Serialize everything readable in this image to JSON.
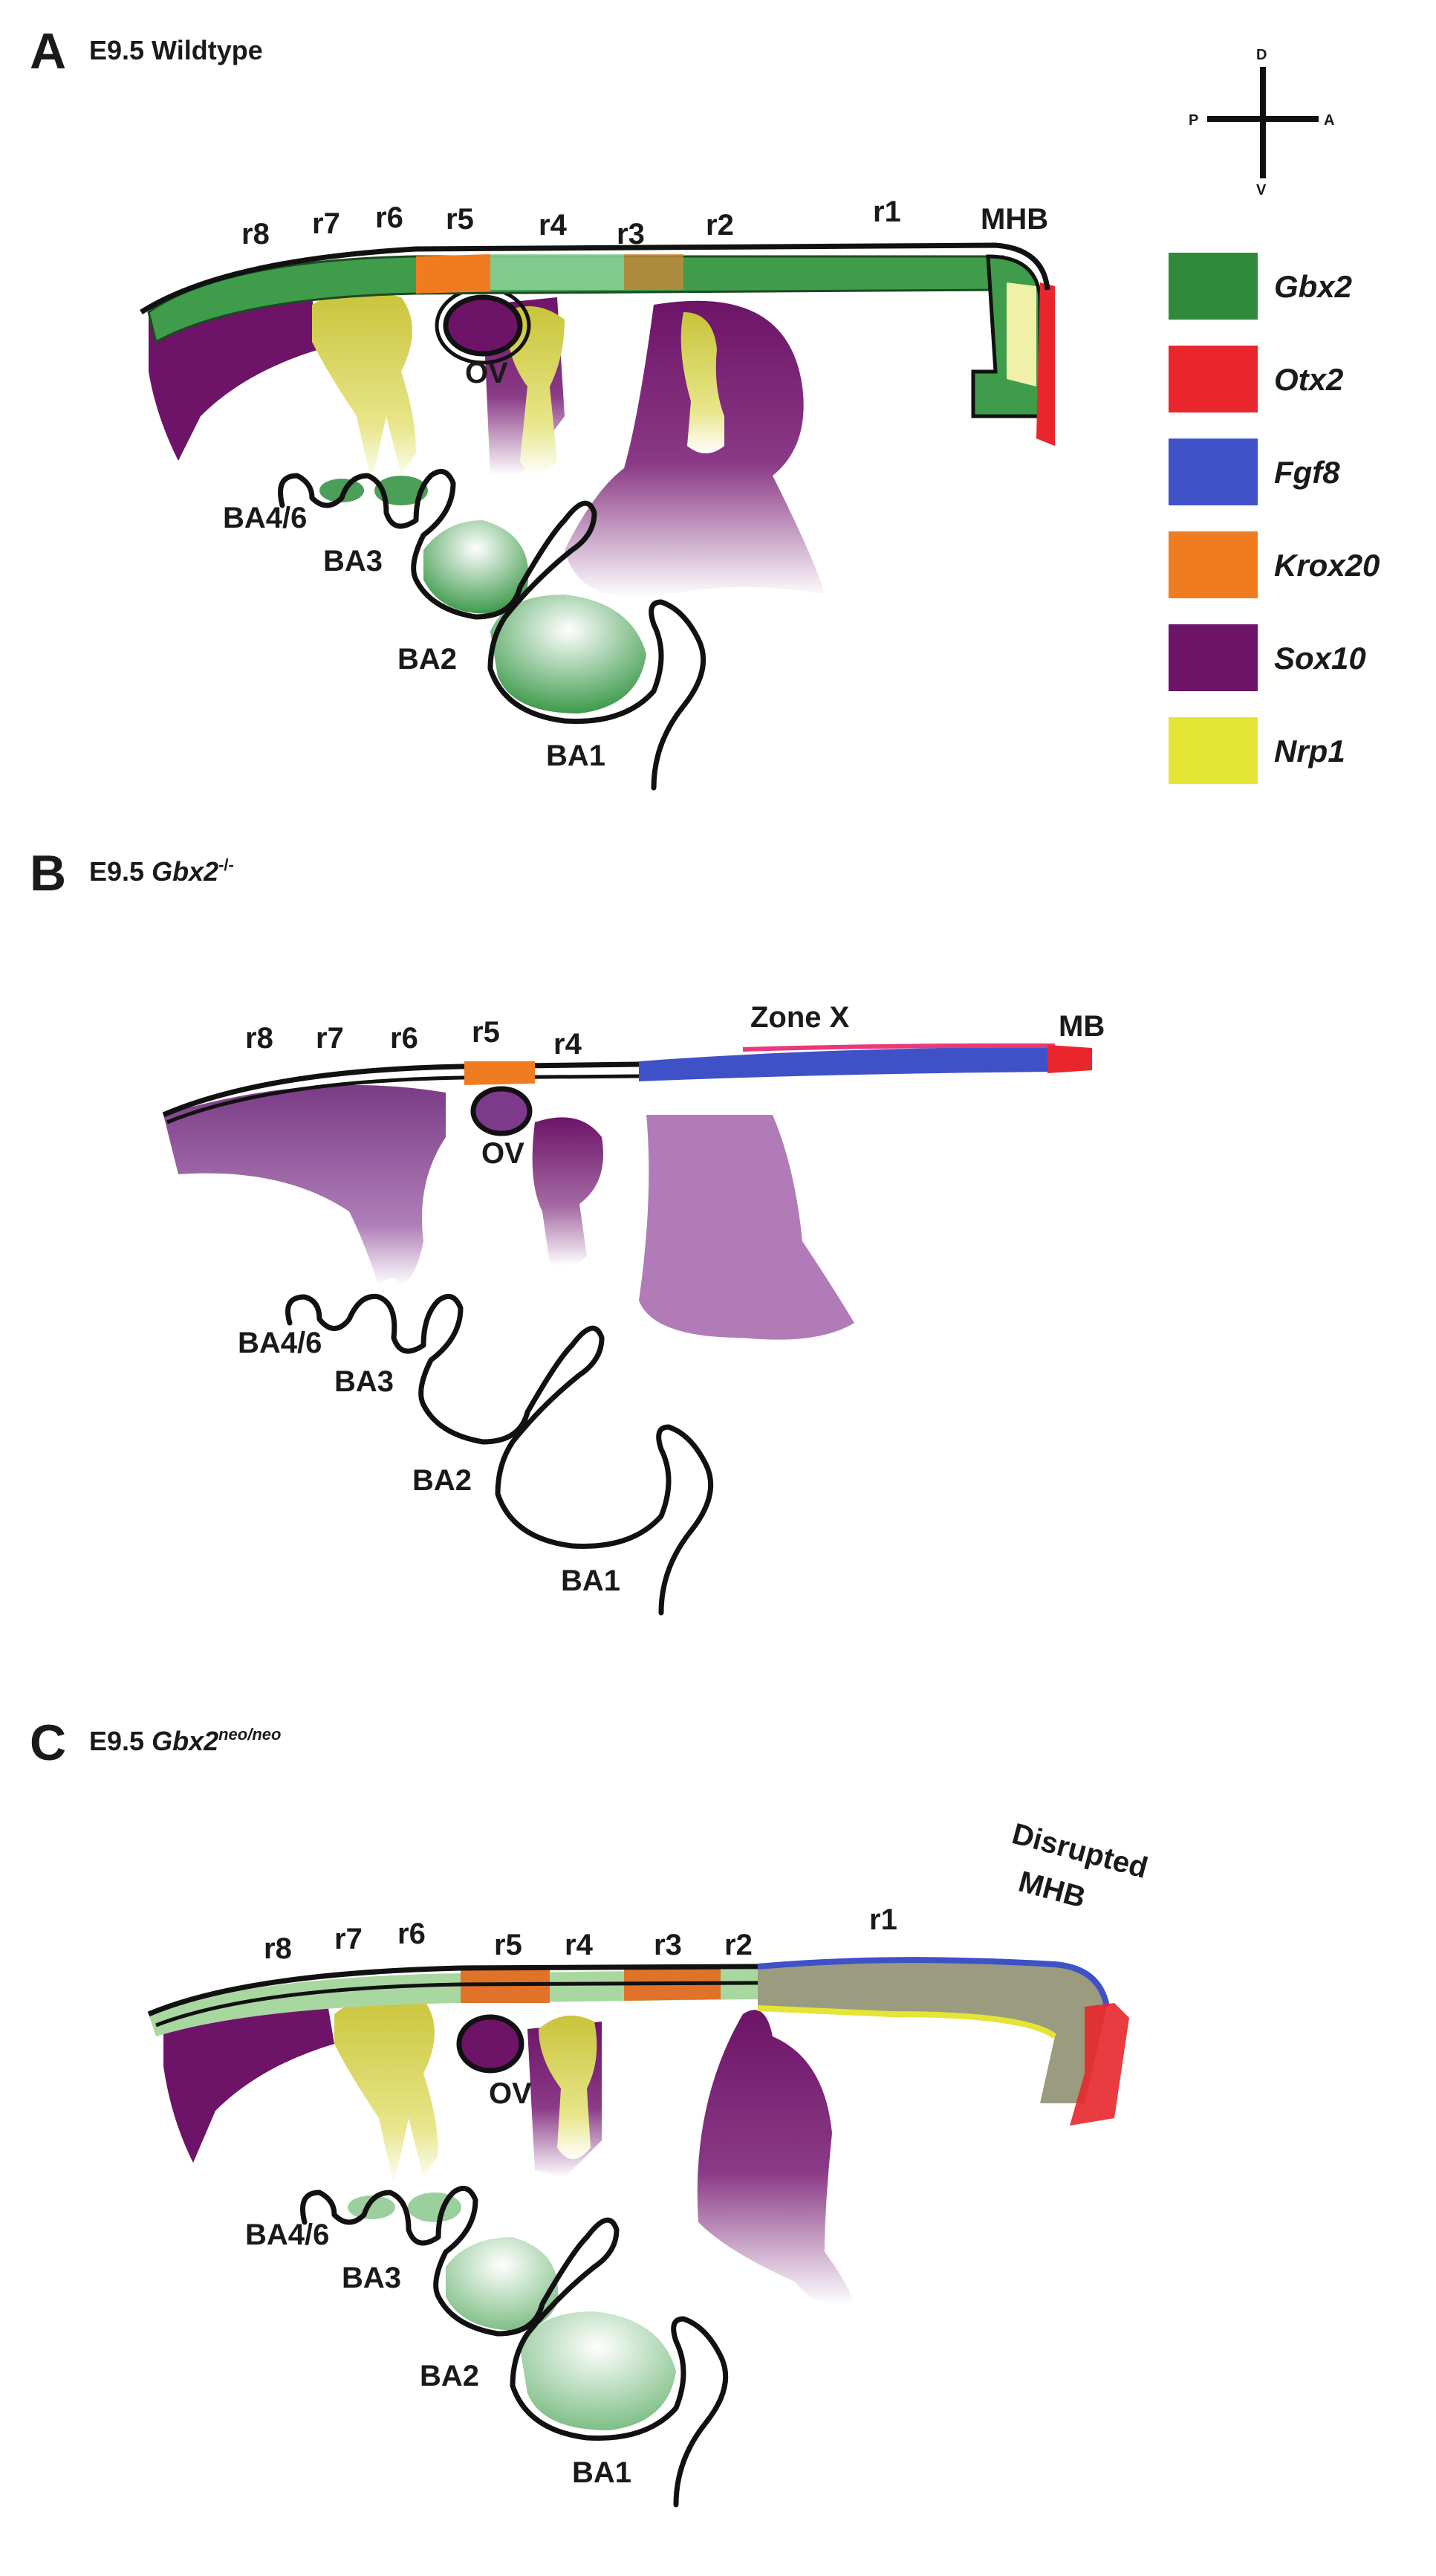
{
  "colors": {
    "gbx2": "#2f8b3a",
    "otx2": "#e8262c",
    "fgf8": "#3f51c6",
    "krox20": "#f07c22",
    "sox10": "#6d1468",
    "nrp1": "#e5e536"
  },
  "compass": {
    "d": "D",
    "v": "V",
    "p": "P",
    "a": "A"
  },
  "legend": [
    {
      "label": "Gbx2",
      "color": "#2f8b3a"
    },
    {
      "label": "Otx2",
      "color": "#e8262c"
    },
    {
      "label": "Fgf8",
      "color": "#3f51c6"
    },
    {
      "label": "Krox20",
      "color": "#f07c22"
    },
    {
      "label": "Sox10",
      "color": "#6d1468"
    },
    {
      "label": "Nrp1",
      "color": "#e5e536"
    }
  ],
  "panel_a": {
    "letter": "A",
    "title": "E9.5 Wildtype",
    "labels": {
      "r8": "r8",
      "r7": "r7",
      "r6": "r6",
      "r5": "r5",
      "r4": "r4",
      "r3": "r3",
      "r2": "r2",
      "r1": "r1",
      "mhb": "MHB",
      "ov": "OV",
      "ba46": "BA4/6",
      "ba3": "BA3",
      "ba2": "BA2",
      "ba1": "BA1"
    }
  },
  "panel_b": {
    "letter": "B",
    "title_prefix": "E9.5 ",
    "title_gene": "Gbx2",
    "title_sup": "-/-",
    "labels": {
      "r8": "r8",
      "r7": "r7",
      "r6": "r6",
      "r5": "r5",
      "r4": "r4",
      "zonex": "Zone X",
      "mb": "MB",
      "ov": "OV",
      "ba46": "BA4/6",
      "ba3": "BA3",
      "ba2": "BA2",
      "ba1": "BA1"
    }
  },
  "panel_c": {
    "letter": "C",
    "title_prefix": "E9.5 ",
    "title_gene": "Gbx2",
    "title_sup": "neo/neo",
    "labels": {
      "r8": "r8",
      "r7": "r7",
      "r6": "r6",
      "r5": "r5",
      "r4": "r4",
      "r3": "r3",
      "r2": "r2",
      "r1": "r1",
      "disrupted": "Disrupted",
      "mhb": "MHB",
      "ov": "OV",
      "ba46": "BA4/6",
      "ba3": "BA3",
      "ba2": "BA2",
      "ba1": "BA1"
    }
  }
}
